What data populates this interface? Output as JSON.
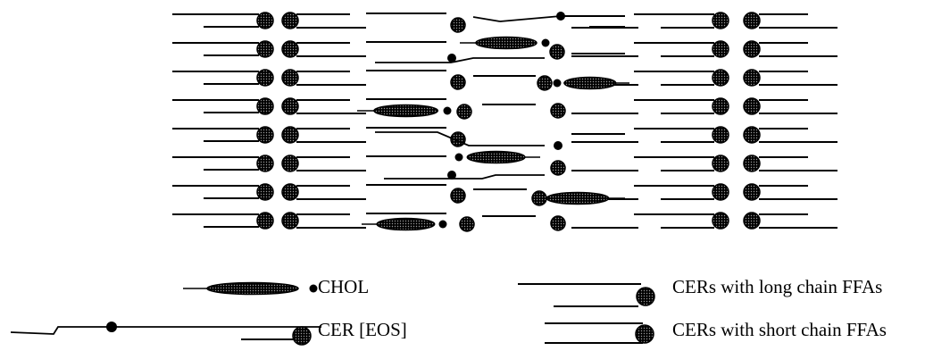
{
  "diagram": {
    "description_layers": 8,
    "colors": {
      "ink": "#000000",
      "head_texture": "#7a7a7a",
      "background": "#ffffff"
    }
  },
  "legend": {
    "chol_label": "CHOL",
    "cer_eos_label": "CER [EOS]",
    "cer_long_label": "CERs with long chain FFAs",
    "cer_short_label": "CERs with short chain FFAs"
  }
}
